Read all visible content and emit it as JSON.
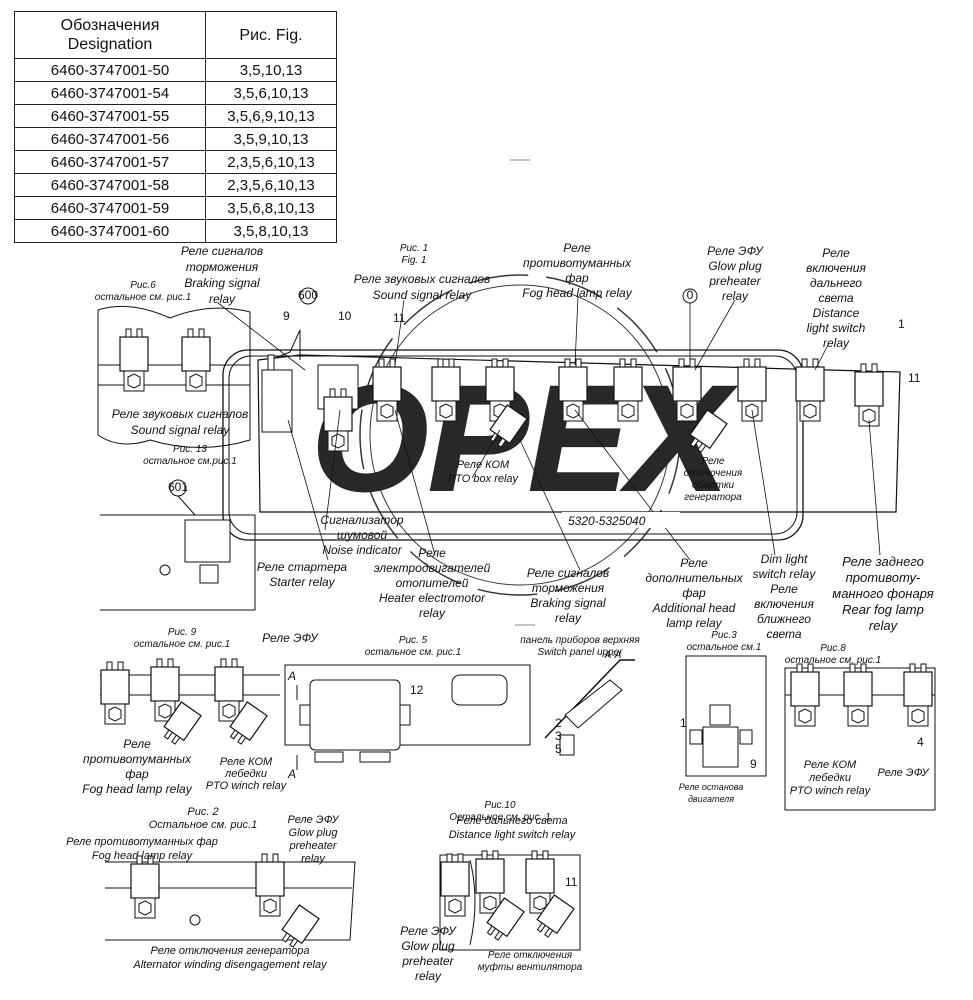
{
  "table": {
    "header": {
      "designation": "Обозначения Designation",
      "designation_l1": "Обозначения",
      "designation_l2": "Designation",
      "fig": "Рис. Fig."
    },
    "rows": [
      {
        "designation": "6460-3747001-50",
        "figs": "3,5,10,13"
      },
      {
        "designation": "6460-3747001-54",
        "figs": "3,5,6,10,13"
      },
      {
        "designation": "6460-3747001-55",
        "figs": "3,5,6,9,10,13"
      },
      {
        "designation": "6460-3747001-56",
        "figs": "3,5,9,10,13"
      },
      {
        "designation": "6460-3747001-57",
        "figs": "2,3,5,6,10,13"
      },
      {
        "designation": "6460-3747001-58",
        "figs": "2,3,5,6,10,13"
      },
      {
        "designation": "6460-3747001-59",
        "figs": "3,5,6,8,10,13"
      },
      {
        "designation": "6460-3747001-60",
        "figs": "3,5,8,10,13"
      }
    ]
  },
  "watermark": "OPEX",
  "labels": {
    "braking": [
      "Реле сигналов",
      "торможения",
      "Braking signal",
      "relay"
    ],
    "fig1": [
      "Рис. 1",
      "Fig. 1"
    ],
    "sound": [
      "Реле звуковых сигналов",
      "Sound signal relay"
    ],
    "foghead": [
      "Реле",
      "противотуманных",
      "фар",
      "Fog head lamp relay"
    ],
    "glow": [
      "Реле ЭФУ",
      "Glow plug",
      "preheater",
      "relay"
    ],
    "distance": [
      "Реле",
      "включения",
      "дальнего",
      "света",
      "Distance",
      "light switch",
      "relay"
    ],
    "fig6": [
      "Рис.6",
      "остальное см. рис.1"
    ],
    "fig6_sound": [
      "Реле звуковых сигналов",
      "Sound signal relay"
    ],
    "fig13": [
      "Рис. 13",
      "остальное см.рис.1"
    ],
    "pto_box": [
      "Реле КОМ",
      "PTO box relay"
    ],
    "alt_off": [
      "Реле",
      "отключения",
      "обмотки",
      "генератора"
    ],
    "part_no": "5320-5325040",
    "noise": [
      "Сигнализатор",
      "шумовой",
      "Noise indicator"
    ],
    "starter": [
      "Реле стартера",
      "Starter relay"
    ],
    "heater": [
      "Реле",
      "электродвигателей",
      "отопителей",
      "Heater electromotor",
      "relay"
    ],
    "braking2": [
      "Реле сигналов",
      "торможения",
      "Braking signal",
      "relay"
    ],
    "additional": [
      "Реле",
      "дополнительных",
      "фар",
      "Additional head",
      "lamp relay"
    ],
    "dim": [
      "Dim light",
      "switch relay",
      "Реле",
      "включения",
      "ближнего",
      "света"
    ],
    "rearfog": [
      "Реле заднего",
      "противоту-",
      "манного фонаря",
      "Rear fog lamp",
      "relay"
    ],
    "fig9": [
      "Рис. 9",
      "остальное см. рис.1"
    ],
    "fig9_efu": "Реле ЭФУ",
    "fig9_fog": [
      "Реле",
      "противотуманных",
      "фар",
      "Fog head lamp relay"
    ],
    "fig9_pto": [
      "Реле КОМ",
      "лебедки",
      "PTO winch relay"
    ],
    "fig5": [
      "Рис. 5",
      "остальное см. рис.1"
    ],
    "section_a": "A",
    "section_aa": "A-A",
    "panel": [
      "панель приборов верхняя",
      "Switch panel upper"
    ],
    "fig3": [
      "Рис.3",
      "остальное см.1"
    ],
    "engine_stop": [
      "Реле останова",
      "двигателя"
    ],
    "fig8": [
      "Рис.8",
      "остальное см. рис.1"
    ],
    "fig8_pto": [
      "Реле КОМ",
      "лебедки",
      "PTO winch relay"
    ],
    "fig8_efu": "Реле ЭФУ",
    "fig2": [
      "Рис. 2",
      "Остальное см. рис.1"
    ],
    "fig2_fog": [
      "Реле противотуманных фар",
      "Fog head lamp relay"
    ],
    "fig2_glow": [
      "Реле ЭФУ",
      "Glow plug",
      "preheater",
      "relay"
    ],
    "fig2_alt": [
      "Реле отключения генератора",
      "Alternator winding disengagement relay"
    ],
    "fig10": [
      "Рис.10",
      "Остальное см. рис. 1"
    ],
    "fig10_dist": [
      "Реле дальнего света",
      "Distance light switch relay"
    ],
    "fig10_glow": [
      "Реле ЭФУ",
      "Glow plug",
      "preheater",
      "relay"
    ],
    "fig10_fan": [
      "Реле отключения",
      "муфты вентилятора"
    ],
    "callouts": {
      "n9": "9",
      "n10": "10",
      "n11": "11",
      "n1": "1",
      "n11b": "11",
      "n12": "12",
      "n2": "2",
      "n3": "3",
      "n5": "5",
      "n1b": "1",
      "n9b": "9",
      "n4": "4",
      "n11c": "11",
      "c600": "600",
      "c601": "601",
      "c0": "0"
    }
  }
}
